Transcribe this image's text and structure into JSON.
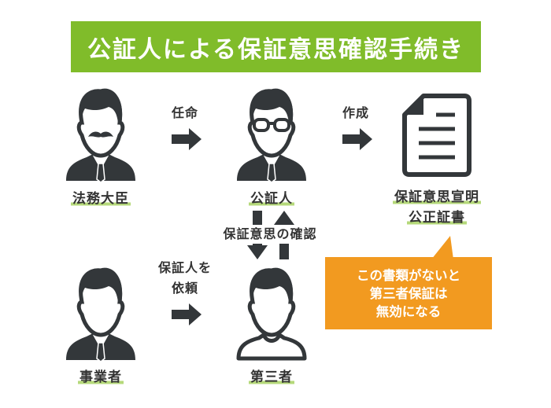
{
  "title": "公証人による保証意思確認手続き",
  "colors": {
    "banner": "#80bc2a",
    "icon": "#33373a",
    "underline": "#b5d97a",
    "callout": "#f29a20"
  },
  "actors": {
    "minister": "法務大臣",
    "notary": "公証人",
    "business": "事業者",
    "third_party": "第三者"
  },
  "document": {
    "line1": "保証意思宣明",
    "line2": "公正証書"
  },
  "arrows": {
    "appoint": "任命",
    "create": "作成",
    "request_line1": "保証人を",
    "request_line2": "依頼",
    "confirm": "保証意思の確認"
  },
  "callout": {
    "line1": "この書類がないと",
    "line2": "第三者保証は",
    "line3": "無効になる"
  },
  "icons": [
    "person-mustache-icon",
    "person-glasses-icon",
    "person-icon",
    "person-casual-icon",
    "document-icon",
    "arrow-right-icon",
    "arrow-up-icon",
    "arrow-down-icon"
  ]
}
